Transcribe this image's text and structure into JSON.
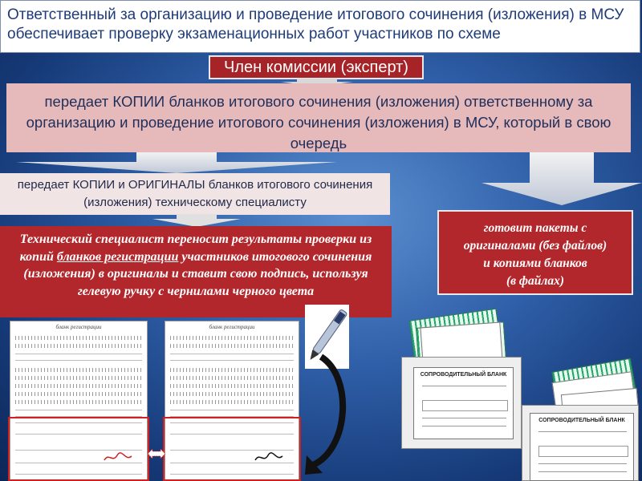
{
  "header": {
    "text": "Ответственный за организацию и проведение итогового сочинения (изложения) в МСУ  обеспечивает проверку экзаменационных работ участников по  схеме"
  },
  "role_label": "Член комиссии (эксперт)",
  "step1": "передает КОПИИ бланков итогового сочинения (изложения) ответственному за организацию и проведение итогового сочинения (изложения) в МСУ, который в свою очередь",
  "step2": "передает КОПИИ и ОРИГИНАЛЫ бланков итогового сочинения (изложения) техническому специалисту",
  "step3": {
    "before": "Технический специалист переносит результаты проверки из копий ",
    "link": "бланков регистрации",
    "after": " участников итогового сочинения (изложения) в оригиналы и ставит свою подпись, используя гелевую ручку с чернилами черного цвета"
  },
  "step4": [
    "готовит пакеты с",
    "оригиналами (без файлов)",
    "и копиями бланков",
    "(в файлах)"
  ],
  "form_title": "бланк регистрации",
  "cover_label": "СОПРОВОДИТЕЛЬНЫЙ БЛАНК",
  "colors": {
    "accent": "#b2272c",
    "header_text": "#1f3c78",
    "pink": "#e6b9bb"
  }
}
